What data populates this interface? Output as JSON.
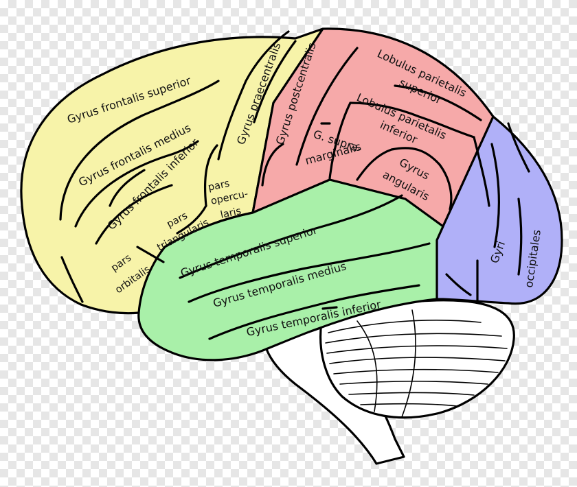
{
  "colors": {
    "frontal": "#f7f3a9",
    "parietal": "#f6a9a9",
    "temporal": "#a9f0a9",
    "occipital": "#b0b0f8",
    "cerebellum": "#ffffff",
    "outline": "#000000"
  },
  "labels": {
    "gyrus_frontalis_superior": "Gyrus frontalis superior",
    "gyrus_frontalis_medius": "Gyrus frontalis medius",
    "gyrus_frontalis_inferior": "Gyrus frontalis inferior",
    "pars_triangularis_1": "pars",
    "pars_triangularis_2": "triangularis",
    "pars_opercularis_1": "pars",
    "pars_opercularis_2": "opercu-",
    "pars_opercularis_3": "laris",
    "pars_orbitalis_1": "pars",
    "pars_orbitalis_2": "orbitalis",
    "gyrus_praecentralis": "Gyrus praecentralis",
    "gyrus_postcentralis": "Gyrus postcentralis",
    "lobulus_parietalis_superior_1": "Lobulus parietalis",
    "lobulus_parietalis_superior_2": "superior",
    "lobulus_parietalis_inferior_1": "Lobulus parietalis",
    "lobulus_parietalis_inferior_2": "inferior",
    "g_supramarginalis_1": "G. supra-",
    "g_supramarginalis_2": "marginalis",
    "gyrus_angularis_1": "Gyrus",
    "gyrus_angularis_2": "angularis",
    "gyri_occipitales_1": "Gyri",
    "gyri_occipitales_2": "occipitales",
    "gyrus_temporalis_superior": "Gyrus temporalis superior",
    "gyrus_temporalis_medius": "Gyrus temporalis medius",
    "gyrus_temporalis_inferior": "Gyrus temporalis inferior"
  }
}
